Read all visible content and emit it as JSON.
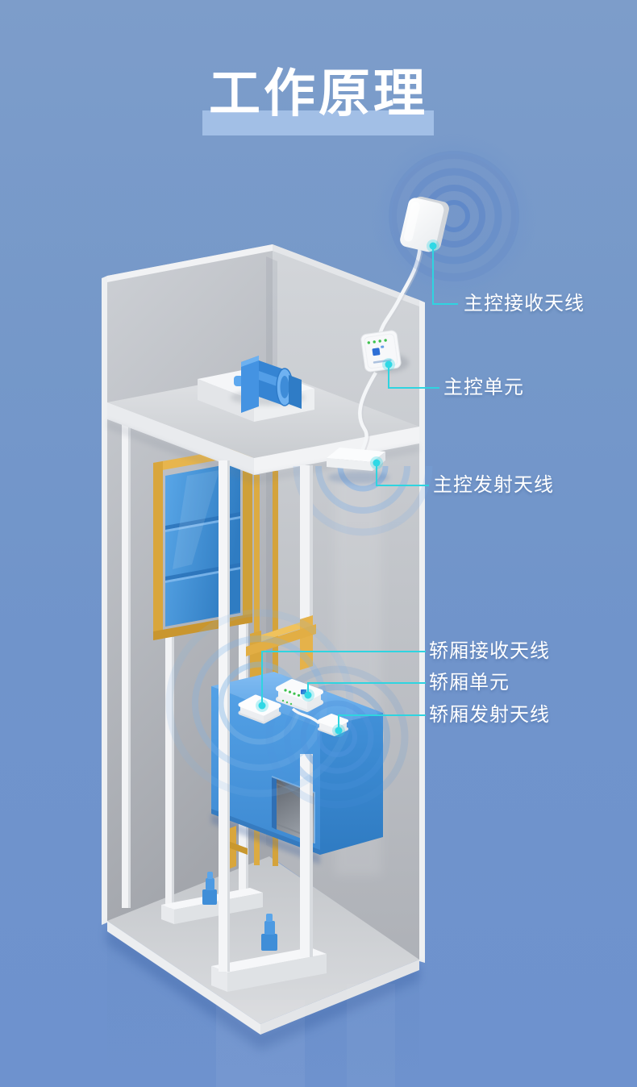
{
  "title": {
    "text": "工作原理"
  },
  "colors": {
    "background_top": "#7b9cca",
    "background_bottom": "#6e92ce",
    "accent_cyan": "#2fd4e0",
    "title_highlight": "#a6c3e9",
    "device_blue": "#4a97e0",
    "frame_yellow": "#e2ae47",
    "wall_gray": "#c2c5ca",
    "led_green": "#3dc24e"
  },
  "labels": [
    {
      "id": "main-receiving-antenna",
      "text": "主控接收天线"
    },
    {
      "id": "main-control-unit",
      "text": "主控单元"
    },
    {
      "id": "main-transmitting-antenna",
      "text": "主控发射天线"
    },
    {
      "id": "car-receiving-antenna",
      "text": "轿厢接收天线"
    },
    {
      "id": "car-unit",
      "text": "轿厢单元"
    },
    {
      "id": "car-transmitting-antenna",
      "text": "轿厢发射天线"
    }
  ],
  "diagram": {
    "main_unit_led_count": 4,
    "car_unit_led_count": 4,
    "counterweight_sections": 3
  }
}
